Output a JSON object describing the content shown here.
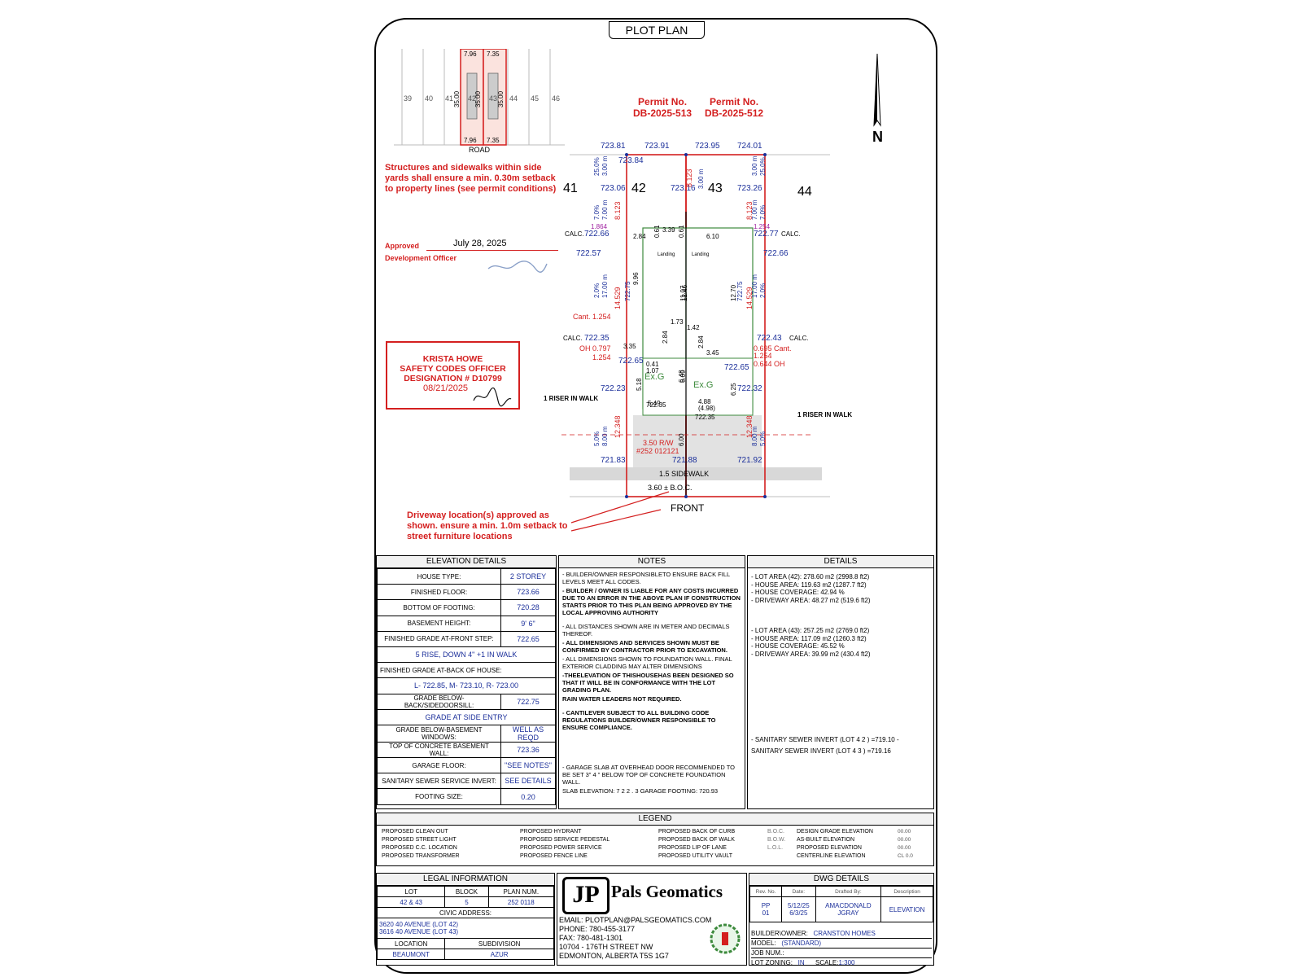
{
  "title": "PLOT PLAN",
  "keymap": {
    "lots": [
      "39",
      "40",
      "41",
      "42",
      "43",
      "44",
      "45",
      "46"
    ],
    "widths_top": [
      "7.96",
      "7.35"
    ],
    "widths_bottom": [
      "7.96",
      "7.35"
    ],
    "depths": [
      "35.00",
      "35.00",
      "35.00"
    ],
    "road": "ROAD"
  },
  "north": "N",
  "permits": {
    "p1_line1": "Permit No.",
    "p1_line2": "DB-2025-513",
    "p2_line1": "Permit No.",
    "p2_line2": "DB-2025-512"
  },
  "conditions_note": "Structures and sidewalks within side yards shall ensure a min. 0.30m setback to property lines (see permit conditions)",
  "approval": {
    "approved_label": "Approved",
    "date": "July 28, 2025",
    "officer_label": "Development Officer"
  },
  "stamp": {
    "name": "KRISTA HOWE",
    "role": "SAFETY CODES OFFICER",
    "designation": "DESIGNATION # D10799",
    "date": "08/21/2025"
  },
  "driveway_note": "Driveway location(s) approved as shown. ensure a min. 1.0m setback to street furniture locations",
  "plan": {
    "lot_labels": [
      "41",
      "42",
      "43",
      "44"
    ],
    "top_elevs": [
      "723.81",
      "723.91",
      "723.95",
      "724.01"
    ],
    "rear_corner": "723.84",
    "side_elevs": [
      "723.06",
      "723.16",
      "723.26"
    ],
    "setback_rear_left": "3.00 m",
    "setback_rear_mid": "3.00 m",
    "setback_rear_right": "3.00 m",
    "pct_rear_left": "25.0%",
    "pct_rear_right": "25.0%",
    "depth_left": "8.123",
    "depth_mid": "8.123",
    "depth_right": "8.123",
    "pct_side_left": "7.0%",
    "pct_side_right": "7.0%",
    "dist_left": "7.00 m",
    "dist_right": "7.00 m",
    "calc_left": "1.864",
    "calc_right": "1.254",
    "calc_word": "CALC.",
    "e_722_66": "722.66",
    "e_722_77": "722.77",
    "e_722_57": "722.57",
    "e_722_66b": "722.66",
    "dim_2_84": "2.84",
    "dim_3_39": "3.39",
    "dim_6_10": "6.10",
    "dim_0_61a": "0.61",
    "dim_0_61b": "0.61",
    "landing1": "Landing",
    "landing2": "Landing",
    "dim_14_529a": "14.529",
    "dim_14_529b": "14.529",
    "pct_mid_left": "2.0%",
    "pct_mid_right": "2.0%",
    "dist_mid_left": "17.00 m",
    "dist_mid_right": "17.00 m",
    "e_722_75a": "722.75",
    "e_722_75b": "722.75",
    "dim_9_96": "9.96",
    "dim_11_07": "11.07",
    "dim_12_46": "12.46",
    "dim_12_70": "12.70",
    "cant_left": "Cant. 1.254",
    "e_722_35": "722.35",
    "e_722_43": "722.43",
    "oh_left": "OH 0.797",
    "oh_left2": "1.254",
    "cant_right": "0.695 Cant.",
    "cant_right2": "1.254",
    "oh_right": "0.644 OH",
    "dim_1_73": "1.73",
    "dim_1_42": "1.42",
    "dim_3_35": "3.35",
    "dim_3_45": "3.45",
    "dim_2_84b": "2.84",
    "dim_2_84c": "2.84",
    "e_722_65a": "722.65",
    "e_722_65b": "722.65",
    "dim_0_41": "0.41",
    "dim_1_07": "1.07",
    "exg_left": "Ex.G",
    "exg_right": "Ex.G",
    "riser_left": "1 RISER IN WALK",
    "riser_right": "1 RISER IN WALK",
    "e_722_23": "722.23",
    "e_722_32": "722.32",
    "dim_5_18": "5.18",
    "dim_6_48": "6.48",
    "dim_6_09": "6.09",
    "dim_6_25": "6.25",
    "dim_5_49": "5.49",
    "dim_4_88": "4.88",
    "dim_4_98": "(4.98)",
    "e_722_35b": "722.35",
    "e_722_35c": "722.35",
    "dim_12_348a": "12.348",
    "dim_12_348b": "12.348",
    "pct_front_left": "5.0%",
    "pct_front_right": "5.0%",
    "dist_front_left": "8.00 m",
    "dist_front_right": "8.00 m",
    "rw1": "3.50 R/W",
    "rw2": "#252 012121",
    "dim_6_00": "6.00",
    "e_721_83": "721.83",
    "e_721_88": "721.88",
    "e_721_92": "721.92",
    "sidewalk": "1.5 SIDEWALK",
    "boc": "3.60 ± B.O.C.",
    "front": "FRONT"
  },
  "elevation_details": {
    "header": "ELEVATION DETAILS",
    "rows": [
      {
        "label": "HOUSE TYPE:",
        "value": "2 STOREY"
      },
      {
        "label": "FINISHED FLOOR:",
        "value": "723.66"
      },
      {
        "label": "BOTTOM OF FOOTING:",
        "value": "720.28"
      },
      {
        "label": "BASEMENT HEIGHT:",
        "value": "9' 6\""
      },
      {
        "label": "FINISHED GRADE AT-FRONT STEP:",
        "value": "722.65"
      }
    ],
    "walk": "5 RISE, DOWN 4\" +1 IN WALK",
    "back_label": "FINISHED GRADE AT-BACK OF HOUSE:",
    "back_value": "L- 722.85, M- 723.10, R- 723.00",
    "rows2": [
      {
        "label": "GRADE BELOW-BACK/SIDEDOORSILL:",
        "value": "722.75"
      }
    ],
    "side_entry": "GRADE AT SIDE ENTRY",
    "rows3": [
      {
        "label": "GRADE BELOW-BASEMENT WINDOWS:",
        "value": "WELL AS REQD"
      },
      {
        "label": "TOP OF CONCRETE BASEMENT WALL:",
        "value": "723.36"
      },
      {
        "label": "GARAGE FLOOR:",
        "value": "\"SEE NOTES\""
      },
      {
        "label": "SANITARY SEWER SERVICE INVERT:",
        "value": "SEE DETAILS"
      },
      {
        "label": "FOOTING SIZE:",
        "value": "0.20"
      }
    ]
  },
  "notes": {
    "header": "NOTES",
    "items": [
      "- BUILDER/OWNER RESPONSIBLETO ENSURE BACK FILL LEVELS MEET ALL CODES.",
      "- BUILDER / OWNER IS LIABLE FOR ANY COSTS INCURRED DUE TO AN ERROR IN THE ABOVE PLAN IF CONSTRUCTION STARTS PRIOR TO THIS PLAN BEING APPROVED BY THE LOCAL APPROVING AUTHORITY",
      "- ALL DISTANCES SHOWN ARE IN METER AND DECIMALS THEREOF.",
      "- ALL DIMENSIONS AND SERVICES SHOWN MUST BE CONFIRMED BY CONTRACTOR PRIOR TO EXCAVATION.",
      "- ALL DIMENSIONS SHOWN TO FOUNDATION WALL. FINAL EXTERIOR CLADDING MAY ALTER DIMENSIONS",
      "-THEELEVATION OF THISHOUSEHAS BEEN DESIGNED SO THAT IT WILL BE IN CONFORMANCE WITH THE LOT GRADING PLAN.",
      "RAIN WATER LEADERS NOT REQUIRED.",
      "- CANTILEVER SUBJECT TO ALL BUILDING CODE REGULATIONS BUILDER/OWNER RESPONSIBLE TO ENSURE COMPLIANCE.",
      "- GARAGE SLAB AT OVERHEAD DOOR RECOMMENDED TO BE SET 3\" 4 \" BELOW TOP OF CONCRETE FOUNDATION WALL.",
      "SLAB ELEVATION: 7 2 2 . 3 GARAGE FOOTING: 720.93"
    ]
  },
  "details": {
    "header": "DETAILS",
    "lot42": [
      "- LOT AREA (42): 278.60 m2 (2998.8 ft2)",
      "- HOUSE AREA: 119.63 m2 (1287.7 ft2)",
      "- HOUSE COVERAGE: 42.94 %",
      "- DRIVEWAY AREA: 48.27 m2 (519.6 ft2)"
    ],
    "lot43": [
      "- LOT AREA (43): 257.25 m2 (2769.0 ft2)",
      "- HOUSE AREA: 117.09 m2 (1260.3 ft2)",
      "- HOUSE COVERAGE: 45.52 %",
      "- DRIVEWAY AREA: 39.99 m2 (430.4 ft2)"
    ],
    "sewer1": "- SANITARY SEWER INVERT (LOT 4 2 ) =719.10 -",
    "sewer2": "SANITARY SEWER INVERT (LOT 4 3 ) =719.16"
  },
  "legend": {
    "header": "LEGEND",
    "col1": [
      "PROPOSED    CLEAN    OUT",
      "PROPOSED    STREET   LIGHT",
      "PROPOSED  C.C.  LOCATION",
      "PROPOSED TRANSFORMER"
    ],
    "col2": [
      "PROPOSED HYDRANT",
      "PROPOSED SERVICE PEDESTAL",
      "PROPOSED POWER SERVICE",
      "PROPOSED FENCE LINE"
    ],
    "col3": [
      "PROPOSED BACK OF CURB",
      "PROPOSED BACK OF WALK",
      "PROPOSED LIP OF LANE",
      "PROPOSED UTILITY VAULT"
    ],
    "col3b": [
      "B.O.C.",
      "B.O.W.",
      "L.O.L."
    ],
    "col4": [
      "DESIGN GRADE ELEVATION",
      "AS-BUILT ELEVATION",
      "PROPOSED ELEVATION",
      "CENTERLINE ELEVATION"
    ],
    "col4b": [
      "00.00",
      "00.00",
      "00.00",
      "CL 0.0"
    ]
  },
  "legal": {
    "header": "LEGAL INFORMATION",
    "lot_label": "LOT",
    "block_label": "BLOCK",
    "plan_label": "PLAN NUM.",
    "lot": "42 & 43",
    "block": "5",
    "plan": "252 0118",
    "civic_label": "CIVIC ADDRESS:",
    "addr1": "3620 40 AVENUE (LOT 42)",
    "addr2": "3616 40 AVENUE (LOT 43)",
    "location_label": "LOCATION",
    "subdivision_label": "SUBDIVISION",
    "location": "BEAUMONT",
    "subdivision": "AZUR"
  },
  "company": {
    "logo": "JP",
    "name": "Pals Geomatics",
    "email": "EMAIL: PLOTPLAN@PALSGEOMATICS.COM",
    "phone": "PHONE: 780-455-3177",
    "fax": "FAX: 780-481-1301",
    "addr1": "10704 - 176TH STREET NW",
    "addr2": "EDMONTON, ALBERTA T5S 1G7"
  },
  "dwg": {
    "header": "DWG DETAILS",
    "col_rev": "Rev. No.",
    "col_date": "Date:",
    "col_drafted": "Drafted By:",
    "col_desc": "Description",
    "rev1": "PP",
    "rev2": "01",
    "date1": "5/12/25",
    "date2": "6/3/25",
    "drafted1": "AMACDONALD",
    "drafted2": "JGRAY",
    "desc": "ELEVATION",
    "builder_label": "BUILDER\\OWNER:",
    "builder": "CRANSTON HOMES",
    "model_label": "MODEL:",
    "model": "(STANDARD)",
    "job_label": "JOB NUM.:",
    "zoning_label": "LOT ZONING:",
    "zoning": "IN",
    "scale_label": "SCALE:",
    "scale": "1:300"
  },
  "colors": {
    "red": "#d41f1f",
    "blue": "#1b2f9a",
    "magenta": "#a020a0",
    "green": "#3c8a3c"
  }
}
